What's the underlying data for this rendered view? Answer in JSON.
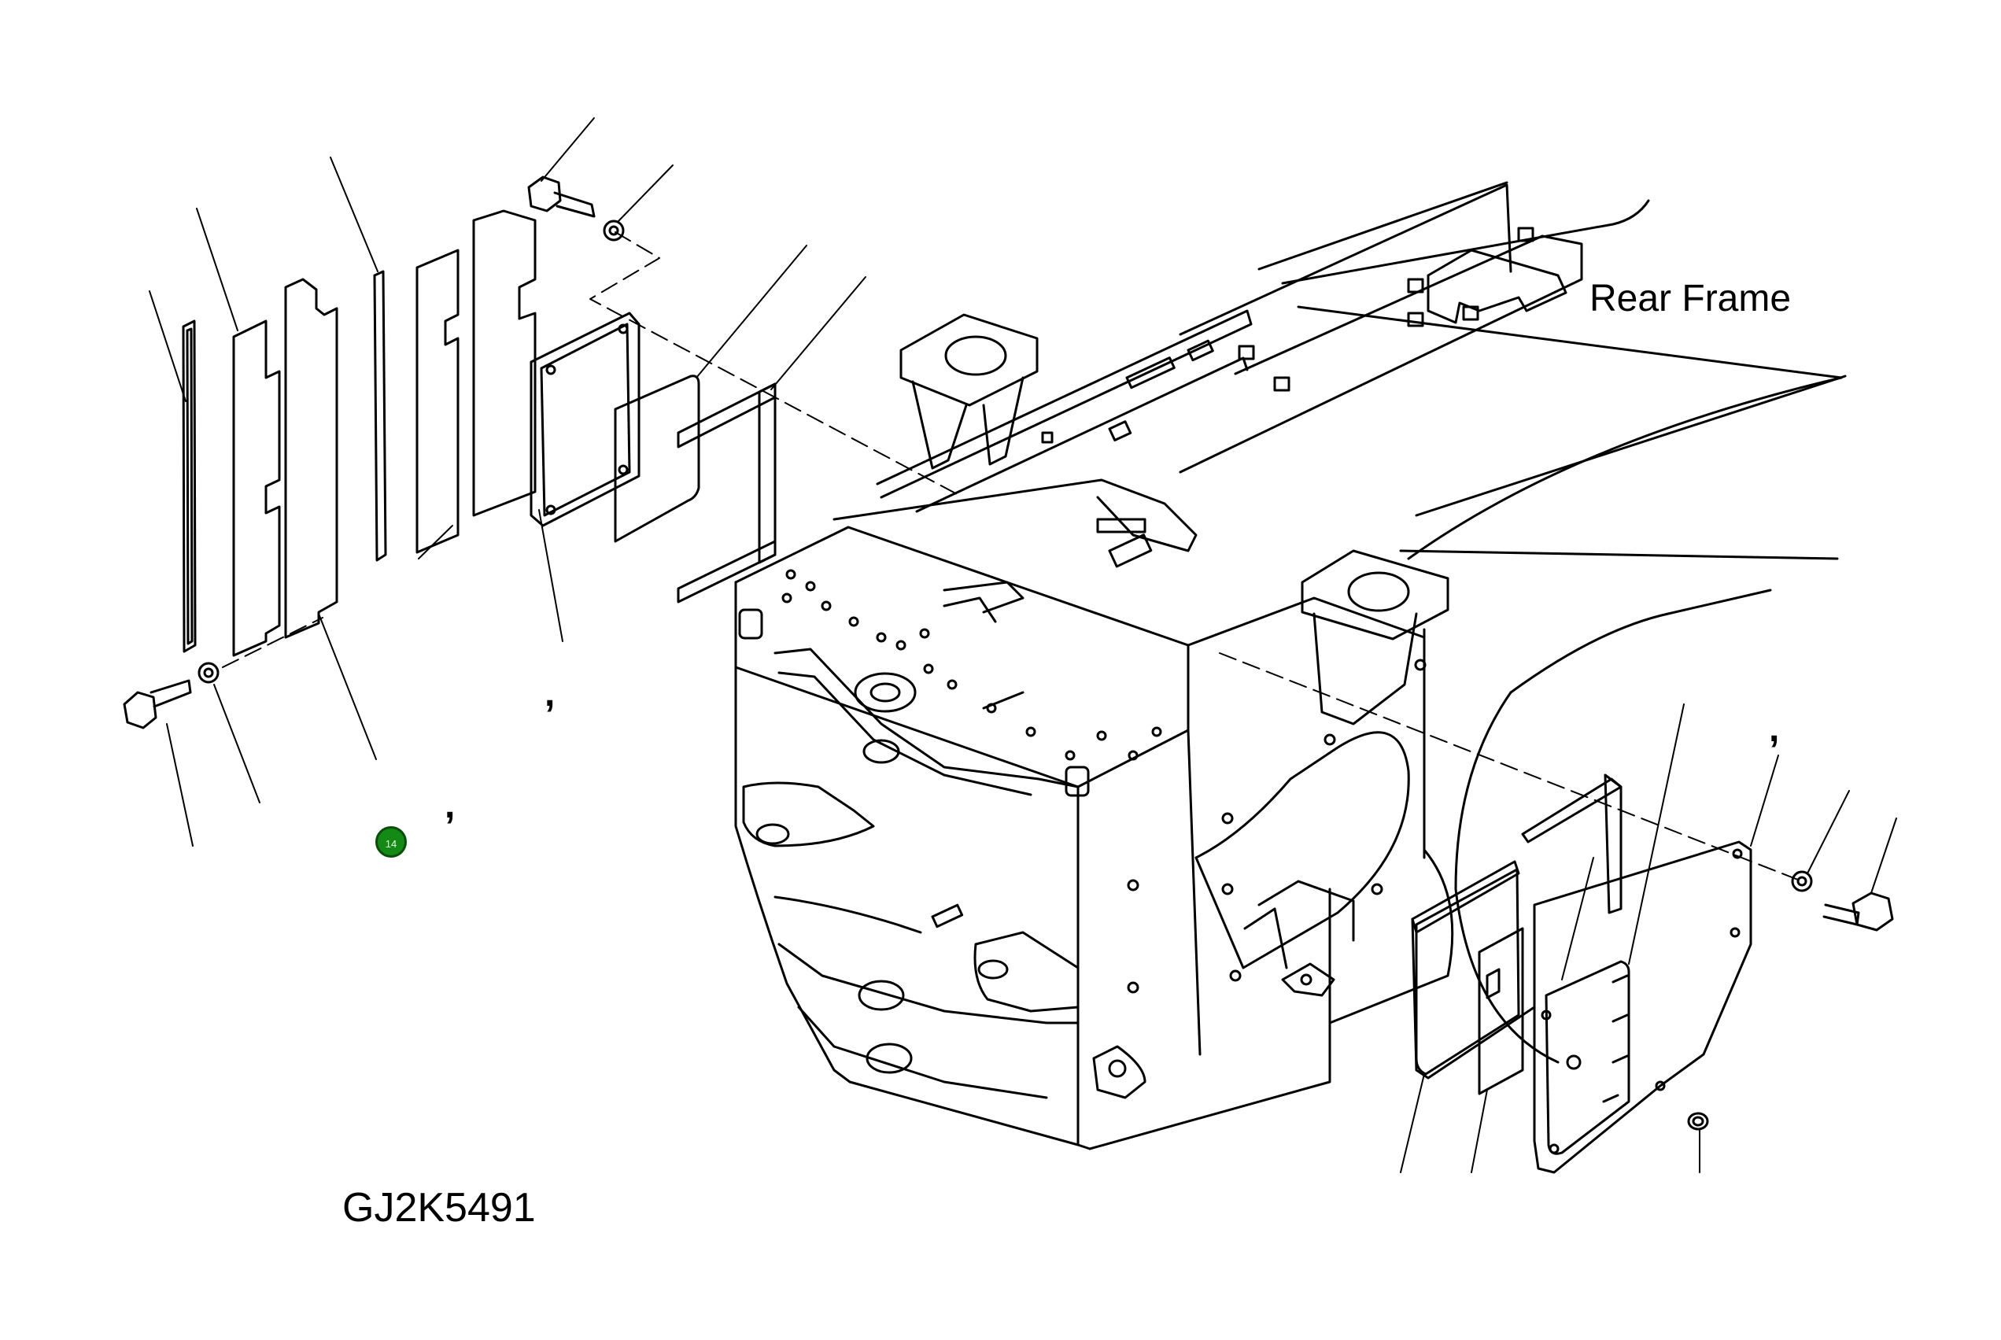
{
  "diagram": {
    "title": "Rear Frame",
    "drawing_number": "GJ2K5491",
    "callout_marks": [
      ",",
      ",",
      ","
    ],
    "hotspot": {
      "label": "14",
      "color": "#138a13"
    }
  }
}
